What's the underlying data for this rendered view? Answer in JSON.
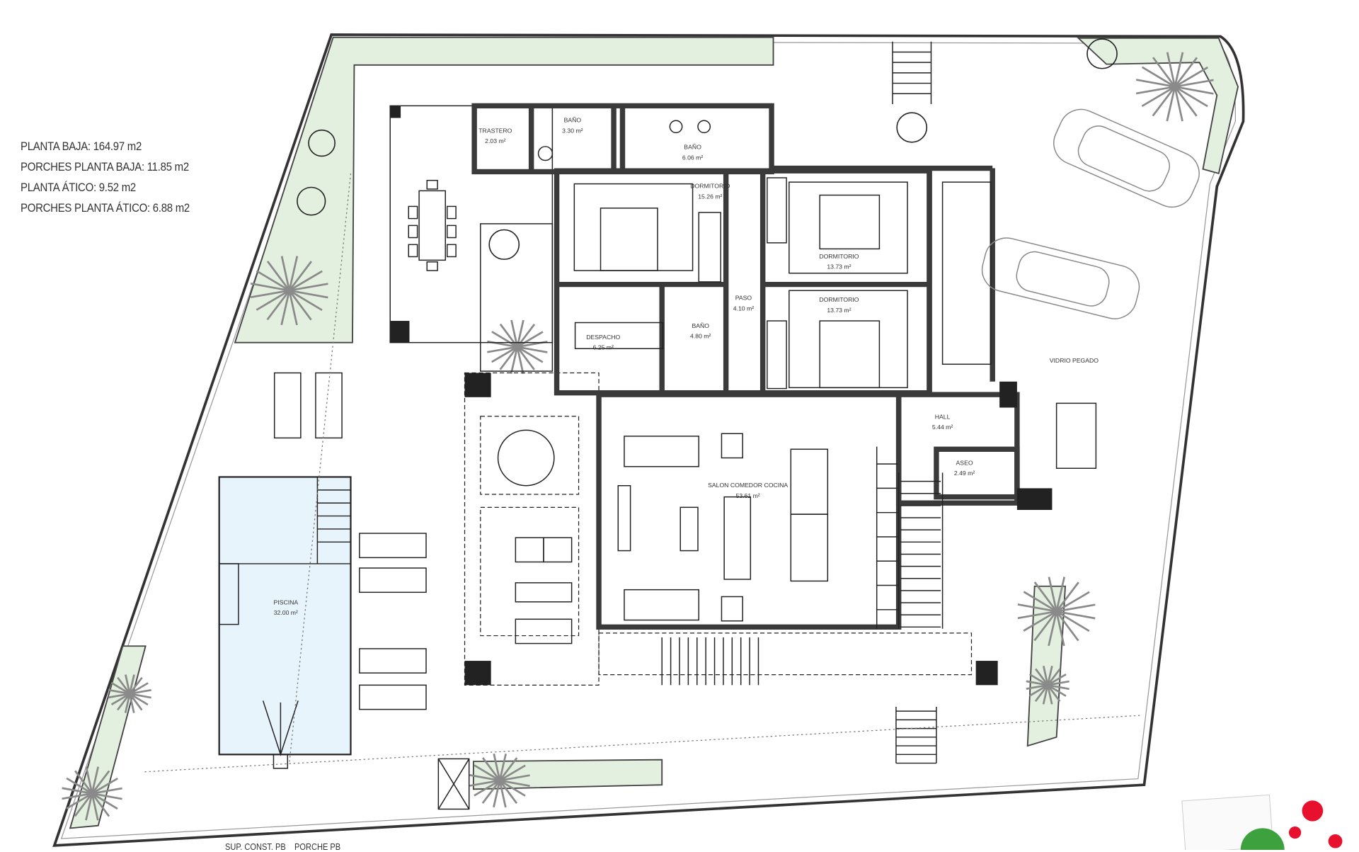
{
  "stats": [
    "PLANTA BAJA: 164.97 m2",
    "PORCHES PLANTA BAJA: 11.85 m2",
    "PLANTA ÁTICO: 9.52 m2",
    "PORCHES PLANTA ÁTICO: 6.88 m2"
  ],
  "rooms": [
    {
      "name": "TRASTERO",
      "area": "2.03 m²"
    },
    {
      "name": "BAÑO",
      "area": "3.30 m²"
    },
    {
      "name": "BAÑO",
      "area": "6.06 m²"
    },
    {
      "name": "DORMITORIO",
      "area": "15.26 m²"
    },
    {
      "name": "DORMITORIO",
      "area": "13.73 m²"
    },
    {
      "name": "DORMITORIO",
      "area": "13.73 m²"
    },
    {
      "name": "PASO",
      "area": "4.10 m²"
    },
    {
      "name": "BAÑO",
      "area": "4.80 m²"
    },
    {
      "name": "DESPACHO",
      "area": "6.25 m²"
    },
    {
      "name": "HALL",
      "area": "5.44 m²"
    },
    {
      "name": "ASEO",
      "area": "2.49 m²"
    },
    {
      "name": "SALON COMEDOR COCINA",
      "area": "53.61 m²"
    },
    {
      "name": "PISCINA",
      "area": "32.00 m²"
    }
  ],
  "annotations": {
    "glass": "VIDRIO PEGADO"
  },
  "footer": {
    "label": "SUP. CONST. PB    PORCHE PB"
  },
  "colors": {
    "wall": "#3a3a3a",
    "garden": "#e3f0df",
    "pool": "#e8f4fb",
    "logo": "#e8112d"
  }
}
